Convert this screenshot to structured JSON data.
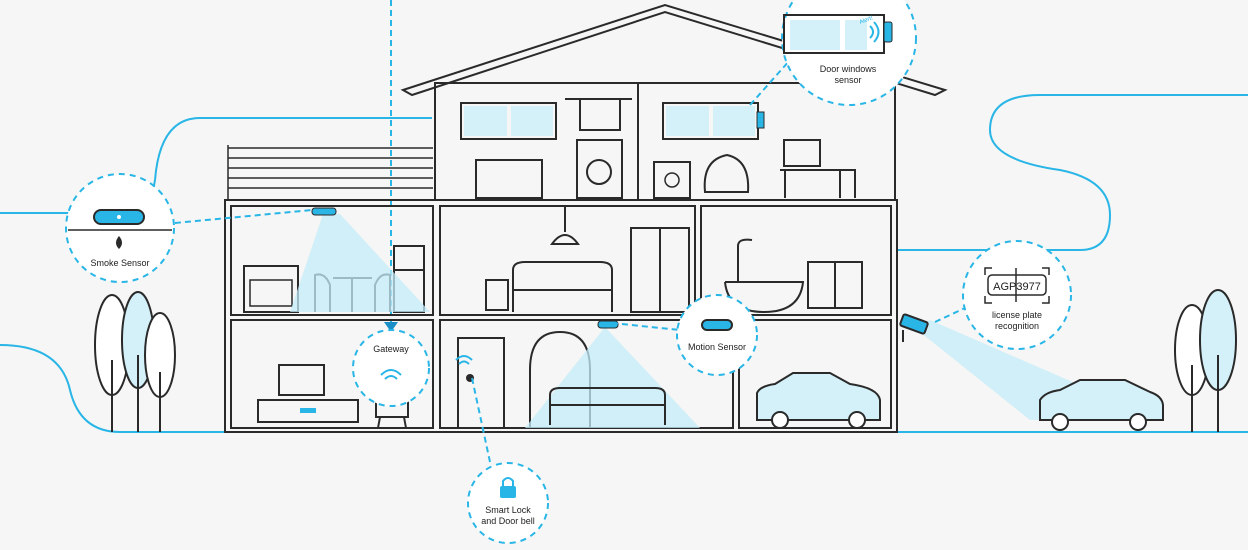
{
  "labels": {
    "door_sensor": [
      "Door windows",
      "sensor"
    ],
    "alert": "Alert!",
    "smoke_sensor": "Smoke Sensor",
    "gateway": "Gateway",
    "motion_sensor": "Motion Sensor",
    "plate_number": "AGP3977",
    "plate_recognition": [
      "license plate",
      "recognition"
    ],
    "smart_lock": [
      "Smart Lock",
      "and Door bell"
    ]
  },
  "colors": {
    "accent": "#29b6e6",
    "line": "#2a2a2a",
    "light": "#d4f1fa"
  }
}
